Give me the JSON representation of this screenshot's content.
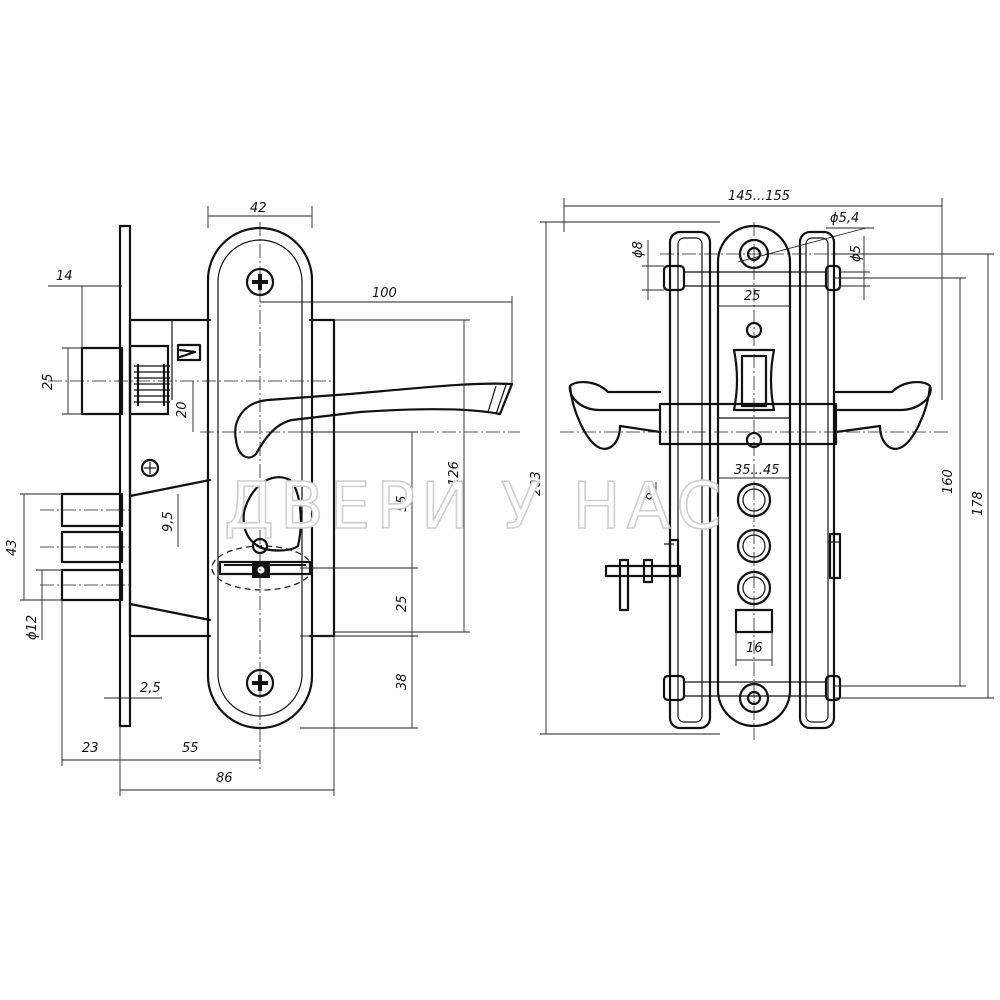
{
  "watermark": "ДВЕРИ У НАС",
  "left_view": {
    "dims": {
      "plate_width": "42",
      "backset_top": "14",
      "latch_height": "25",
      "latch_offset": "20",
      "handle_length": "100",
      "bolt_spacing": "43",
      "bolt_diameter": "ϕ12",
      "gap_9_5": "9,5",
      "cylinder_to_handle": "55",
      "handle_to_bottom": "126",
      "cylinder_spacing": "25",
      "bottom_offset": "38",
      "faceplate_thickness": "2,5",
      "bolt_throw": "23",
      "backset": "55",
      "body_width": "86"
    }
  },
  "right_view": {
    "dims": {
      "door_thickness": "145...155",
      "screw_diameter": "ϕ5,4",
      "hole_8": "ϕ8",
      "hole_5": "ϕ5",
      "spindle_width": "25",
      "total_height": "203",
      "square_spacing": "35...45",
      "eight": "8",
      "mount_spacing": "160",
      "plate_height": "178",
      "cylinder_width": "16"
    }
  }
}
